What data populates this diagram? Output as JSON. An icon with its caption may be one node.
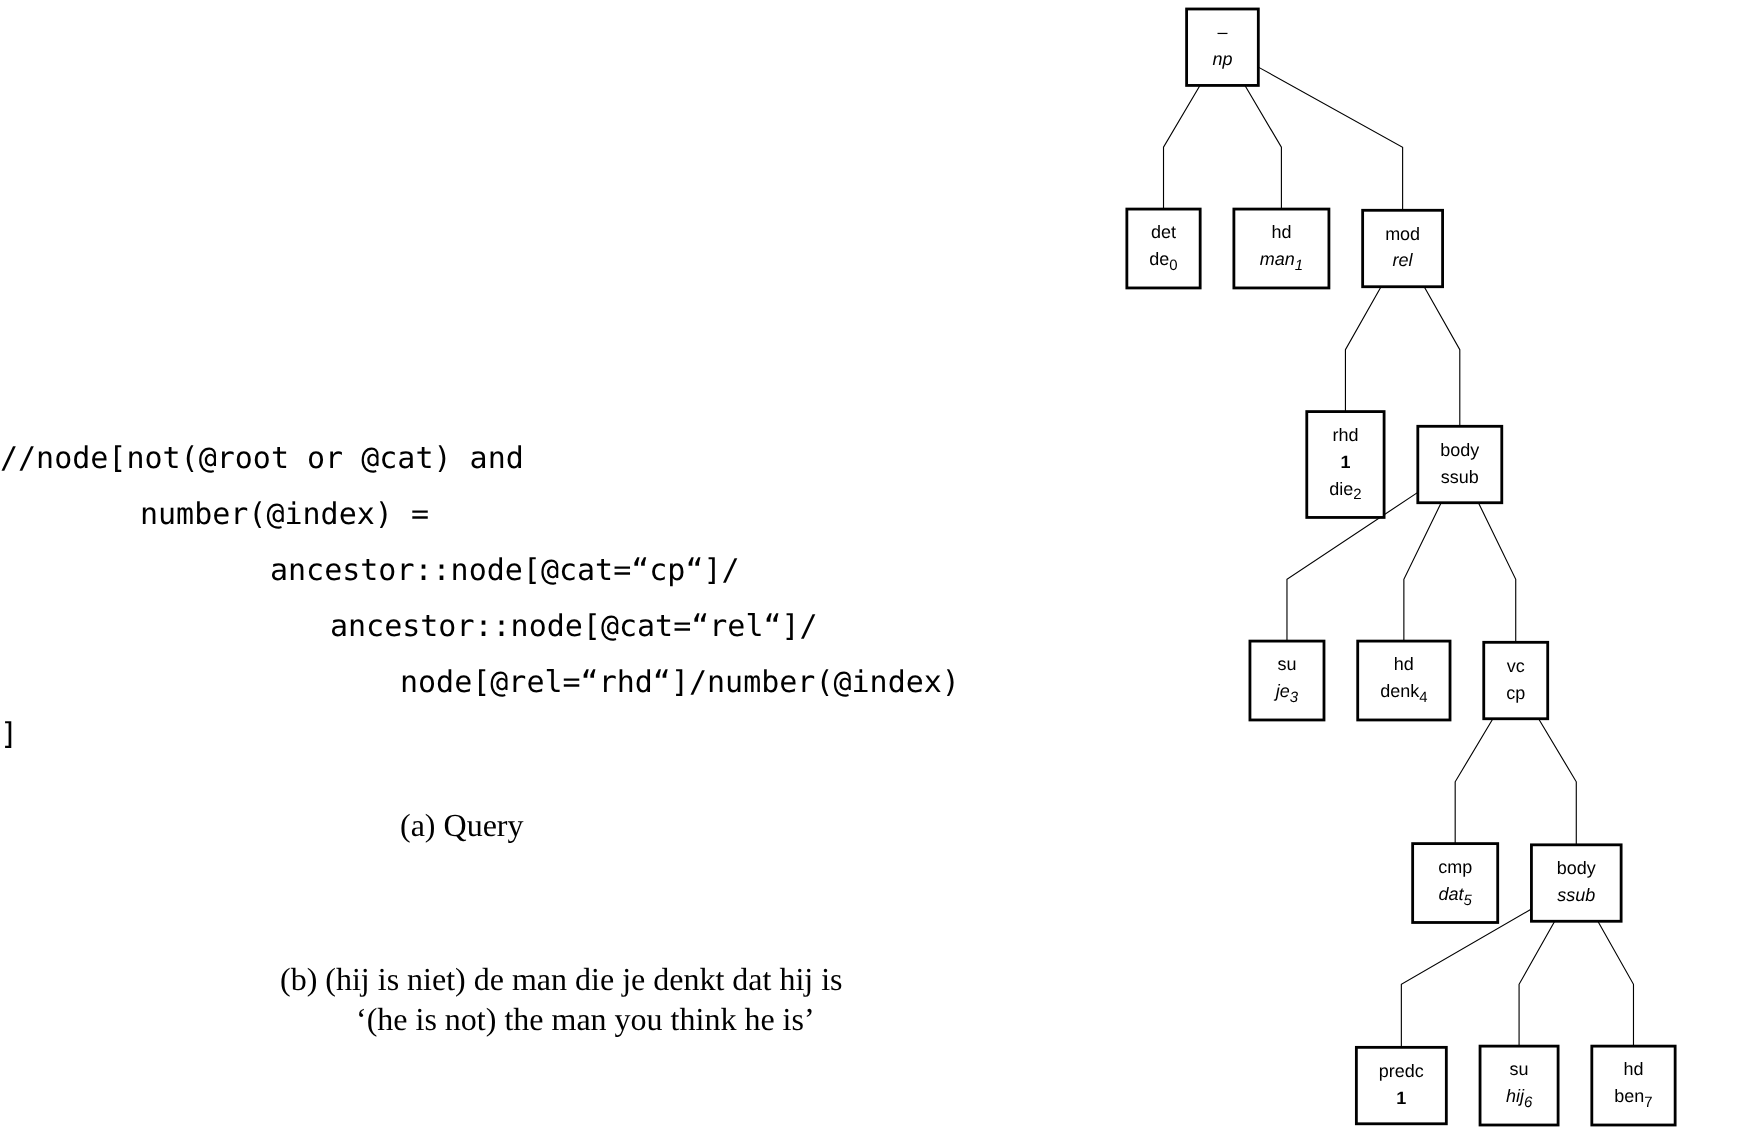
{
  "diagram": {
    "nodes": [
      {
        "text": [
          "–",
          "np"
        ]
      },
      {
        "text": [
          "det",
          "de$_{0}$"
        ]
      },
      {
        "text": [
          "hd",
          "man$_{1}$"
        ]
      },
      {
        "text": [
          "mod",
          "rel"
        ]
      },
      {
        "text": [
          "rhd",
          "1",
          "die$_{2}$"
        ]
      },
      {
        "text": [
          "body",
          "ssub"
        ]
      },
      {
        "text": [
          "su",
          "je$_{3}$"
        ]
      },
      {
        "text": [
          "hd",
          "denk$_{4}$"
        ]
      },
      {
        "text": [
          "vc",
          "cp"
        ]
      },
      {
        "text": [
          "cmp",
          "dat$_{5}$"
        ]
      },
      {
        "text": [
          "body",
          "ssub"
        ]
      },
      {
        "text": [
          "predc",
          "1"
        ]
      },
      {
        "text": [
          "su",
          "hij$_{6}$"
        ]
      },
      {
        "text": [
          "hd",
          "ben$_{7}$"
        ]
      }
    ],
    "edges": [
      {
        "from": 0,
        "to": 1,
        "arrow": "none"
      },
      {
        "from": 0,
        "to": 2,
        "arrow": "none"
      },
      {
        "from": 0,
        "to": 3,
        "arrow": "none"
      },
      {
        "from": 3,
        "to": 4,
        "arrow": "none"
      },
      {
        "from": 3,
        "to": 5,
        "arrow": "none"
      },
      {
        "from": 5,
        "to": 6,
        "arrow": "none"
      },
      {
        "from": 5,
        "to": 7,
        "arrow": "none"
      },
      {
        "from": 5,
        "to": 8,
        "arrow": "none"
      },
      {
        "from": 8,
        "to": 9,
        "arrow": "none"
      },
      {
        "from": 8,
        "to": 10,
        "arrow": "none"
      },
      {
        "from": 10,
        "to": 11,
        "arrow": "none"
      },
      {
        "from": 10,
        "to": 12,
        "arrow": "none"
      },
      {
        "from": 10,
        "to": 13,
        "arrow": "none"
      }
    ],
    "labels": [
      "//node[not(@root or @cat) and",
      "number(@index) =",
      "ancestor::node[@cat=“cp“]/",
      "ancestor::node[@cat=“rel“]/",
      "node[@rel=“rhd“]/number(@index)",
      "]",
      "(a) Query",
      "(b) (hij is niet) de man die je denkt dat hij is",
      "‘(he is not) the man you think he is’"
    ]
  }
}
